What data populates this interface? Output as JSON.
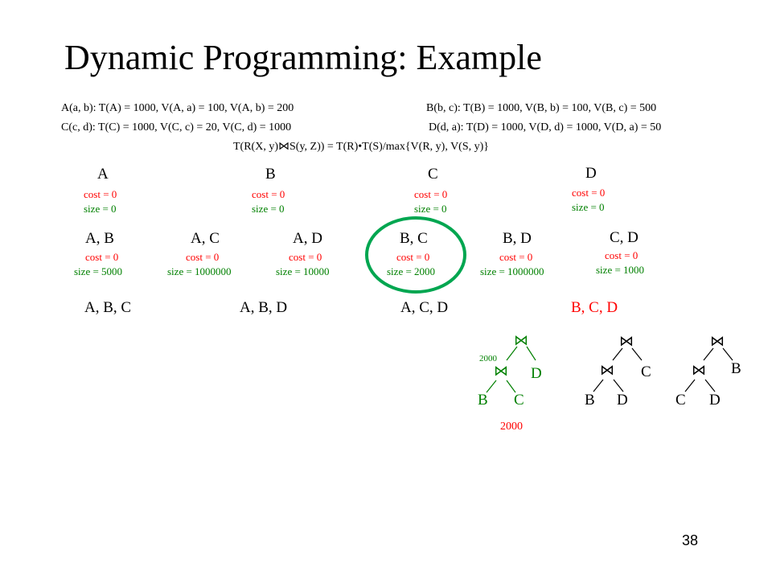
{
  "title": "Dynamic Programming: Example",
  "stats": {
    "a": "A(a, b): T(A) = 1000, V(A, a) = 100, V(A, b) = 200",
    "b": "B(b, c): T(B) = 1000,  V(B, b) = 100, V(B, c) = 500",
    "c": "C(c, d): T(C) = 1000,  V(C, c) = 20,  V(C, d) = 1000",
    "d": "D(d, a): T(D) = 1000, V(D, d) = 1000, V(D, a) = 50",
    "formula_left": "T(R(X, y)",
    "formula_join": "⋈",
    "formula_right": "S(y, Z)) = T(R)•T(S)/max{V(R, y), V(S, y)}"
  },
  "singles": [
    {
      "name": "A",
      "cost": "cost = 0",
      "size": "size = 0"
    },
    {
      "name": "B",
      "cost": "cost = 0",
      "size": "size = 0"
    },
    {
      "name": "C",
      "cost": "cost = 0",
      "size": "size = 0"
    },
    {
      "name": "D",
      "cost": "cost = 0",
      "size": "size = 0"
    }
  ],
  "pairs": [
    {
      "name": "A, B",
      "cost": "cost = 0",
      "size": "size = 5000"
    },
    {
      "name": "A, C",
      "cost": "cost = 0",
      "size": "size = 1000000"
    },
    {
      "name": "A, D",
      "cost": "cost = 0",
      "size": "size = 10000"
    },
    {
      "name": "B, C",
      "cost": "cost = 0",
      "size": "size = 2000"
    },
    {
      "name": "B, D",
      "cost": "cost = 0",
      "size": "size = 1000000"
    },
    {
      "name": "C, D",
      "cost": "cost = 0",
      "size": "size = 1000"
    }
  ],
  "triples": [
    "A, B, C",
    "A, B, D",
    "A, C, D",
    "B, C, D"
  ],
  "trees": {
    "t1": {
      "root": "⋈",
      "inner": "⋈",
      "inner_size": "2000",
      "right": "D",
      "ll": "B",
      "lr": "C",
      "cost": "2000"
    },
    "t2": {
      "root": "⋈",
      "inner": "⋈",
      "right": "C",
      "ll": "B",
      "lr": "D"
    },
    "t3": {
      "root": "⋈",
      "inner": "⋈",
      "right": "B",
      "ll": "C",
      "lr": "D"
    }
  },
  "page_number": "38",
  "colors": {
    "cost": "#ff0000",
    "size": "#008000",
    "highlight": "#00a650"
  }
}
